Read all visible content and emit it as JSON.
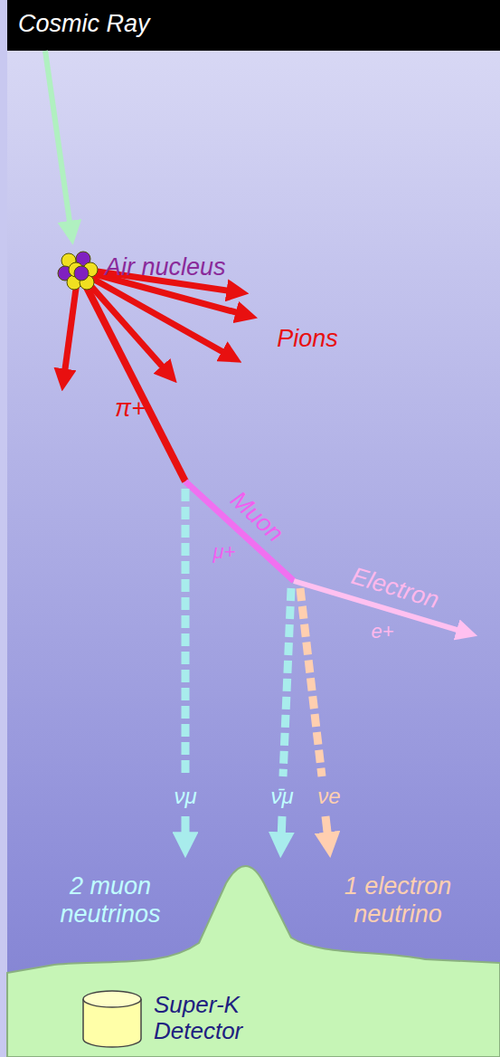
{
  "diagram": {
    "title": "Cosmic Ray",
    "nodes": [
      {
        "text": [
          "Air nucleus"
        ]
      },
      {
        "text": [
          "Super-K Detector"
        ]
      }
    ],
    "labels": [
      "Pions",
      "π+",
      "Muon",
      "μ+",
      "Electron",
      "e+",
      "νμ",
      "ν̄μ",
      "νe",
      "2 muon neutrinos",
      "1 electron neutrino"
    ]
  }
}
